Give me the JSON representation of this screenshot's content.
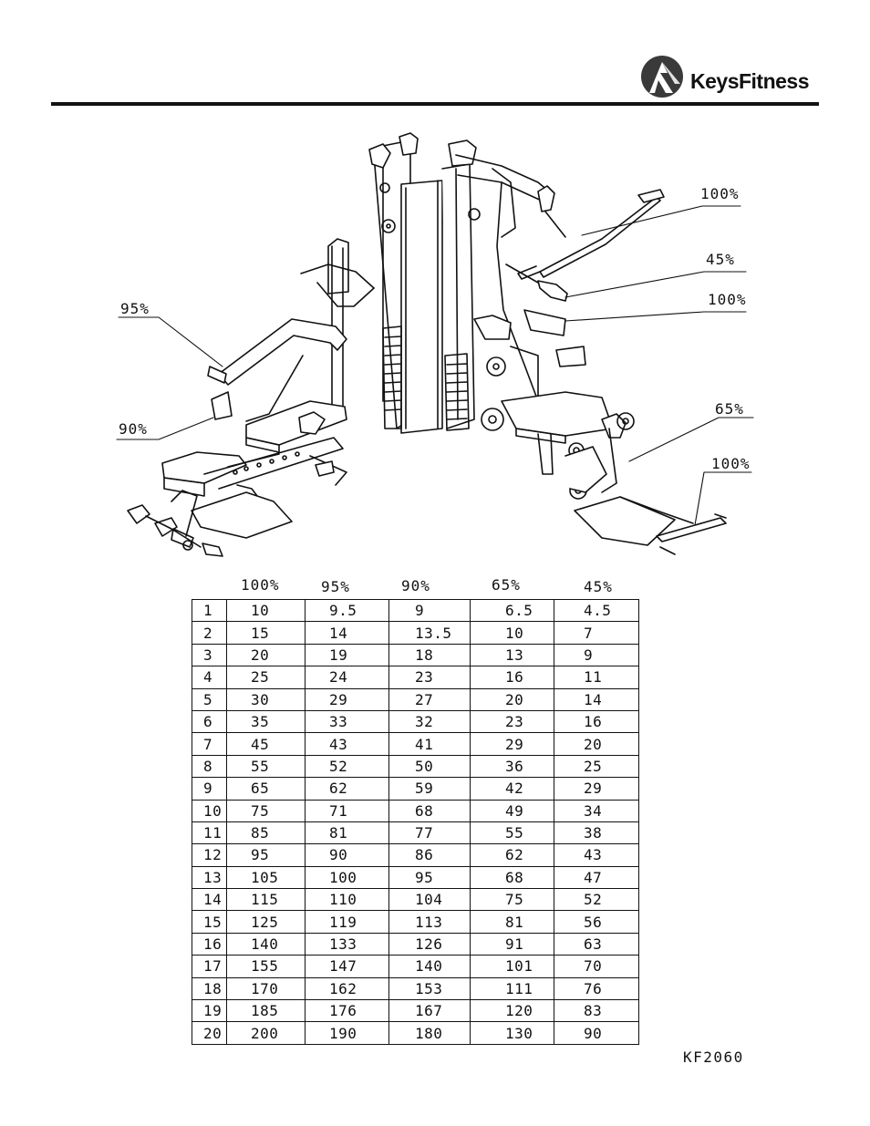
{
  "brand": {
    "logo_text": "KeysFitness"
  },
  "diagram": {
    "callouts": {
      "top_bar": "100%",
      "mid_handle": "45%",
      "press_arm": "100%",
      "left_upper": "95%",
      "left_lower": "90%",
      "leg_station": "65%",
      "low_bar": "100%"
    }
  },
  "table": {
    "headers": [
      "100%",
      "95%",
      "90%",
      "65%",
      "45%"
    ],
    "rows": [
      [
        "1",
        "10",
        "9.5",
        "9",
        "6.5",
        "4.5"
      ],
      [
        "2",
        "15",
        "14",
        "13.5",
        "10",
        "7"
      ],
      [
        "3",
        "20",
        "19",
        "18",
        "13",
        "9"
      ],
      [
        "4",
        "25",
        "24",
        "23",
        "16",
        "11"
      ],
      [
        "5",
        "30",
        "29",
        "27",
        "20",
        "14"
      ],
      [
        "6",
        "35",
        "33",
        "32",
        "23",
        "16"
      ],
      [
        "7",
        "45",
        "43",
        "41",
        "29",
        "20"
      ],
      [
        "8",
        "55",
        "52",
        "50",
        "36",
        "25"
      ],
      [
        "9",
        "65",
        "62",
        "59",
        "42",
        "29"
      ],
      [
        "10",
        "75",
        "71",
        "68",
        "49",
        "34"
      ],
      [
        "11",
        "85",
        "81",
        "77",
        "55",
        "38"
      ],
      [
        "12",
        "95",
        "90",
        "86",
        "62",
        "43"
      ],
      [
        "13",
        "105",
        "100",
        "95",
        "68",
        "47"
      ],
      [
        "14",
        "115",
        "110",
        "104",
        "75",
        "52"
      ],
      [
        "15",
        "125",
        "119",
        "113",
        "81",
        "56"
      ],
      [
        "16",
        "140",
        "133",
        "126",
        "91",
        "63"
      ],
      [
        "17",
        "155",
        "147",
        "140",
        "101",
        "70"
      ],
      [
        "18",
        "170",
        "162",
        "153",
        "111",
        "76"
      ],
      [
        "19",
        "185",
        "176",
        "167",
        "120",
        "83"
      ],
      [
        "20",
        "200",
        "190",
        "180",
        "130",
        "90"
      ]
    ]
  },
  "model_code": "KF2060"
}
